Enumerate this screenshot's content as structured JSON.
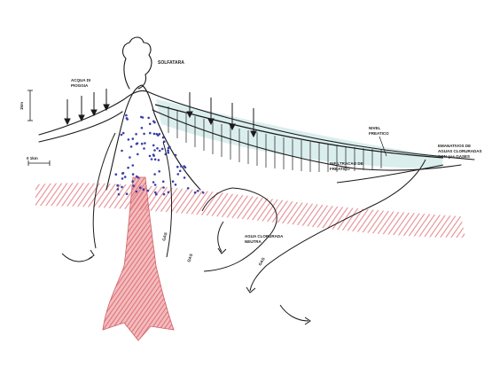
{
  "labels": {
    "solfatara": "SOLFATARA",
    "rain_water": [
      "ACQUA DI",
      "PIOGGIA"
    ],
    "water_table": [
      "NIVEL",
      "FREATICO"
    ],
    "infiltration": [
      "INFILTRACAO DE",
      "FREATICO"
    ],
    "emergence": [
      "EMANATIVOS DE",
      "AGUAS CLORURADAS",
      "CON gas GASES"
    ],
    "deep_water": [
      "AGUA CLORURADA",
      "NEUTRA"
    ],
    "scale_v": "1km",
    "scale_h": "0   1km",
    "gas_1": "GAS",
    "gas_2": "GAS",
    "gas_3": "GAS"
  },
  "colors": {
    "magma": "#e8868a",
    "hatch_band": "#e07a80",
    "steam_dots": "#3a3fa8",
    "aquifer_fill": "#d7ecec",
    "ink": "#1a1a1a"
  }
}
